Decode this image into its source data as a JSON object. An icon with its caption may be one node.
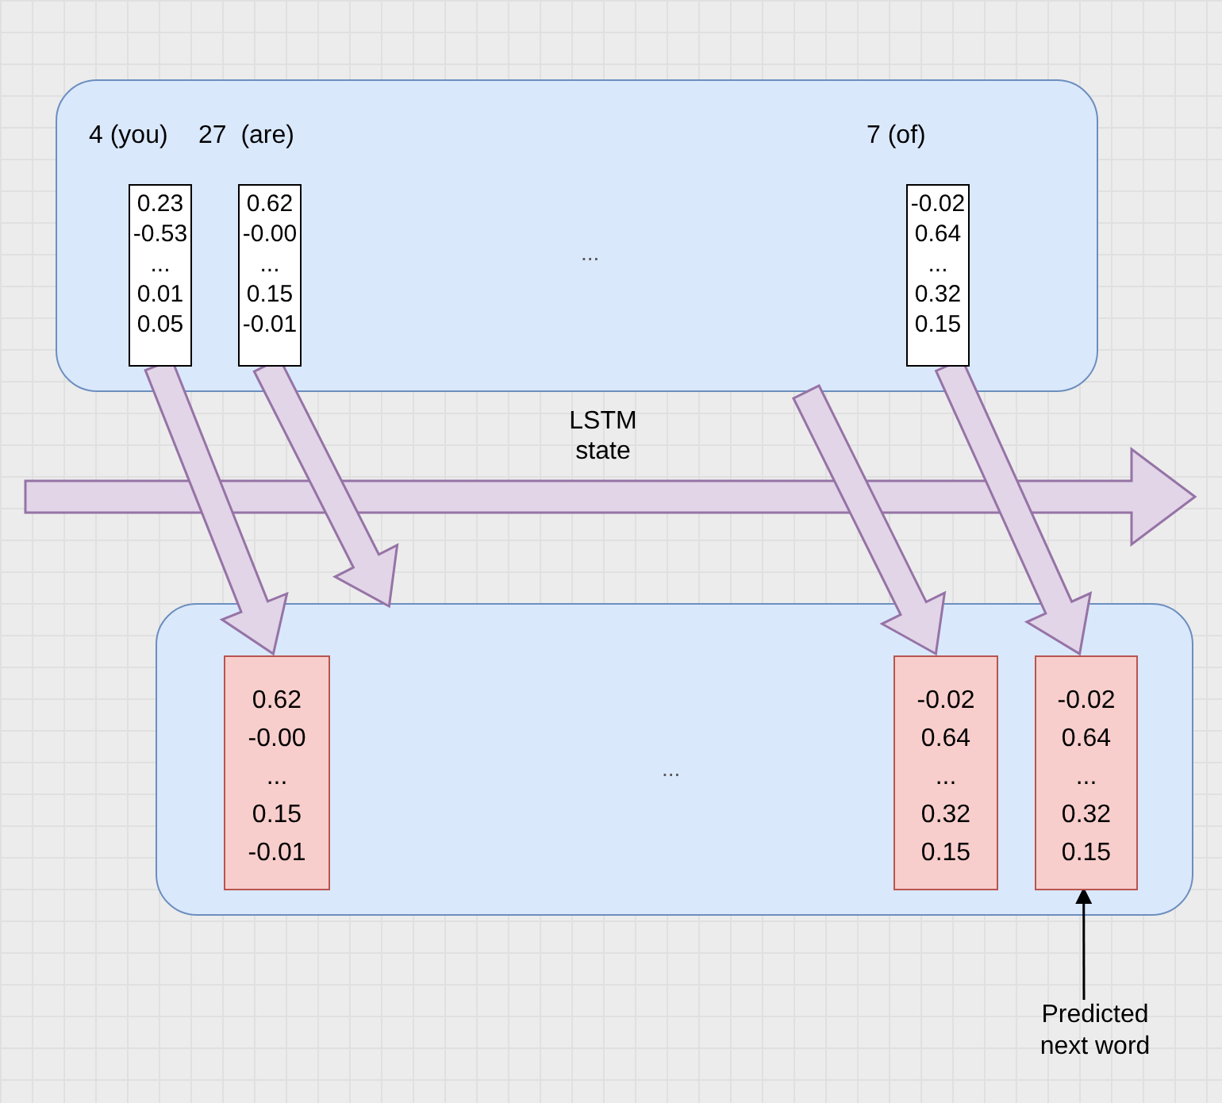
{
  "diagram": {
    "nodes": [
      {
        "text": [
          "..."
        ]
      },
      {
        "text": [
          "4 (you)",
          "0.23 -0.53 ... 0.01 0.05"
        ],
        "in": 0
      },
      {
        "text": [
          "27  (are)",
          "0.62 -0.00 ... 0.15 -0.01"
        ],
        "in": 0
      },
      {
        "text": [
          "7 (of)",
          "-0.02 0.64 ... 0.32 0.15"
        ],
        "in": 0
      },
      {
        "text": [
          "LSTM state"
        ]
      },
      {
        "text": [
          "..."
        ]
      },
      {
        "text": [
          "0.62 -0.00 ... 0.15 -0.01"
        ],
        "in": 5
      },
      {
        "text": [
          "-0.02 0.64 ... 0.32 0.15"
        ],
        "in": 5
      },
      {
        "text": [
          "-0.02 0.64 ... 0.32 0.15"
        ],
        "in": 5
      },
      {
        "text": [
          "Predicted next word"
        ]
      }
    ],
    "edges": [
      {
        "from": 1,
        "to": 6,
        "arrow": "to",
        "style": "thick"
      },
      {
        "from": 2,
        "to": 5,
        "arrow": "to",
        "style": "thick"
      },
      {
        "from": 0,
        "to": 7,
        "arrow": "to",
        "style": "thick"
      },
      {
        "from": 3,
        "to": 8,
        "arrow": "to",
        "style": "thick"
      },
      {
        "from": 9,
        "to": 8,
        "arrow": "to",
        "color": "#000000"
      }
    ]
  }
}
